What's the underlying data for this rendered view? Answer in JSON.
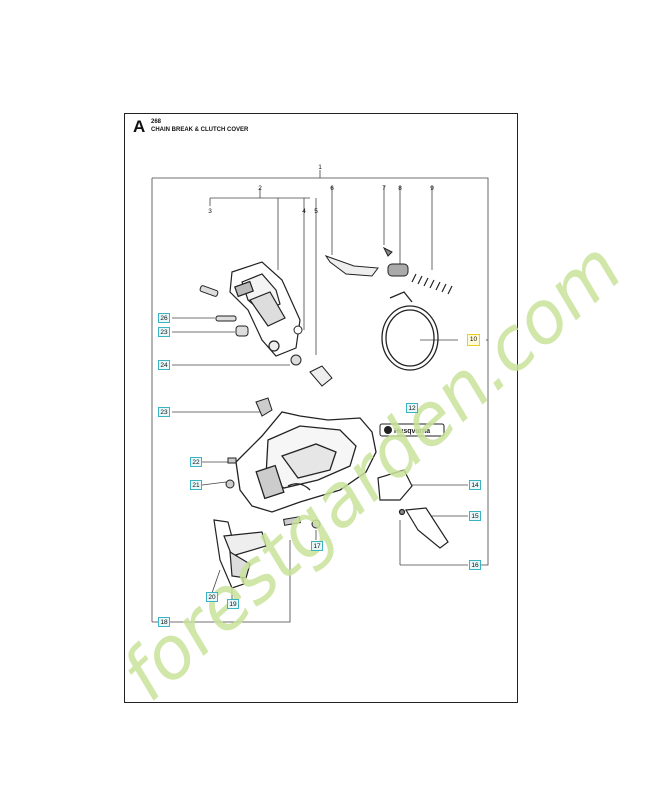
{
  "header": {
    "section_letter": "A",
    "model": "268",
    "title": "CHAIN BREAK & CLUTCH COVER"
  },
  "brand_label": "Husqvarna",
  "watermark": {
    "text": "forestgarden.com",
    "color_green": "#c9e39a",
    "color_gray": "#d2cec6"
  },
  "callouts": [
    {
      "id": "1",
      "style": "plain"
    },
    {
      "id": "2",
      "style": "plain"
    },
    {
      "id": "3",
      "style": "plain"
    },
    {
      "id": "4",
      "style": "plain"
    },
    {
      "id": "5",
      "style": "plain"
    },
    {
      "id": "6",
      "style": "plain"
    },
    {
      "id": "7",
      "style": "plain"
    },
    {
      "id": "8",
      "style": "plain"
    },
    {
      "id": "9",
      "style": "plain"
    },
    {
      "id": "10",
      "style": "highlight"
    },
    {
      "id": "12",
      "style": "box"
    },
    {
      "id": "14",
      "style": "box"
    },
    {
      "id": "15",
      "style": "box"
    },
    {
      "id": "16",
      "style": "box"
    },
    {
      "id": "17",
      "style": "box"
    },
    {
      "id": "18",
      "style": "box"
    },
    {
      "id": "19",
      "style": "box"
    },
    {
      "id": "20",
      "style": "box"
    },
    {
      "id": "21",
      "style": "box"
    },
    {
      "id": "22",
      "style": "box"
    },
    {
      "id": "23",
      "style": "box"
    },
    {
      "id": "23",
      "style": "box"
    },
    {
      "id": "24",
      "style": "box"
    },
    {
      "id": "26",
      "style": "box"
    }
  ],
  "colors": {
    "callout_border": "#3bb3c3",
    "highlight_border": "#e8d21c",
    "line": "#444444"
  }
}
